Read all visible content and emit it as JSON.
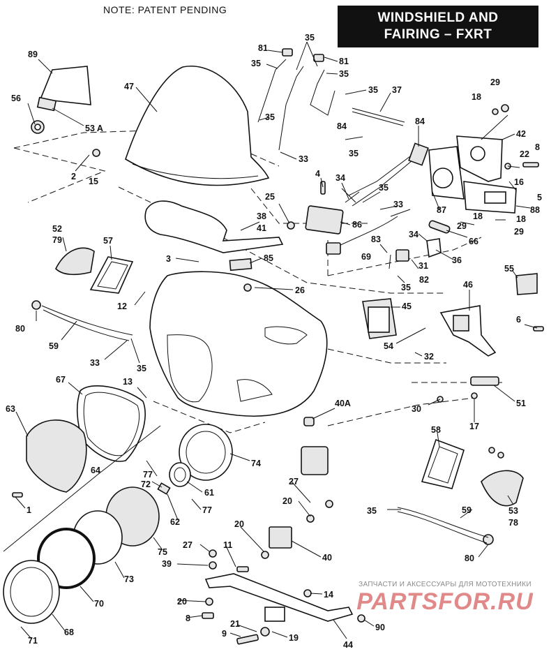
{
  "header": {
    "note": "NOTE: PATENT PENDING",
    "title_line1": "WINDSHIELD AND",
    "title_line2": "FAIRING  –  FXRT"
  },
  "watermark": {
    "top_text": "ЗАПЧАСТИ И АКСЕССУАРЫ ДЛЯ МОТОТЕХНИКИ",
    "brand": "PARTSFOR.RU"
  },
  "callouts": [
    "89",
    "56",
    "53 A",
    "47",
    "81",
    "35",
    "35",
    "35",
    "81",
    "35",
    "35",
    "37",
    "29",
    "18",
    "42",
    "8",
    "22",
    "16",
    "5",
    "88",
    "84",
    "84",
    "35",
    "33",
    "2",
    "15",
    "4",
    "34",
    "35",
    "33",
    "25",
    "38",
    "41",
    "86",
    "87",
    "18",
    "29",
    "18",
    "29",
    "66",
    "52",
    "79",
    "57",
    "3",
    "85",
    "83",
    "34",
    "31",
    "36",
    "69",
    "35",
    "82",
    "26",
    "55",
    "46",
    "12",
    "45",
    "6",
    "80",
    "59",
    "54",
    "33",
    "35",
    "32",
    "13",
    "67",
    "51",
    "63",
    "40A",
    "30",
    "17",
    "64",
    "58",
    "74",
    "77",
    "72",
    "61",
    "1",
    "27",
    "20",
    "62",
    "77",
    "35",
    "59",
    "53",
    "78",
    "75",
    "20",
    "27",
    "11",
    "40",
    "39",
    "73",
    "80",
    "14",
    "70",
    "20",
    "8",
    "68",
    "71",
    "21",
    "9",
    "19",
    "44",
    "90"
  ]
}
